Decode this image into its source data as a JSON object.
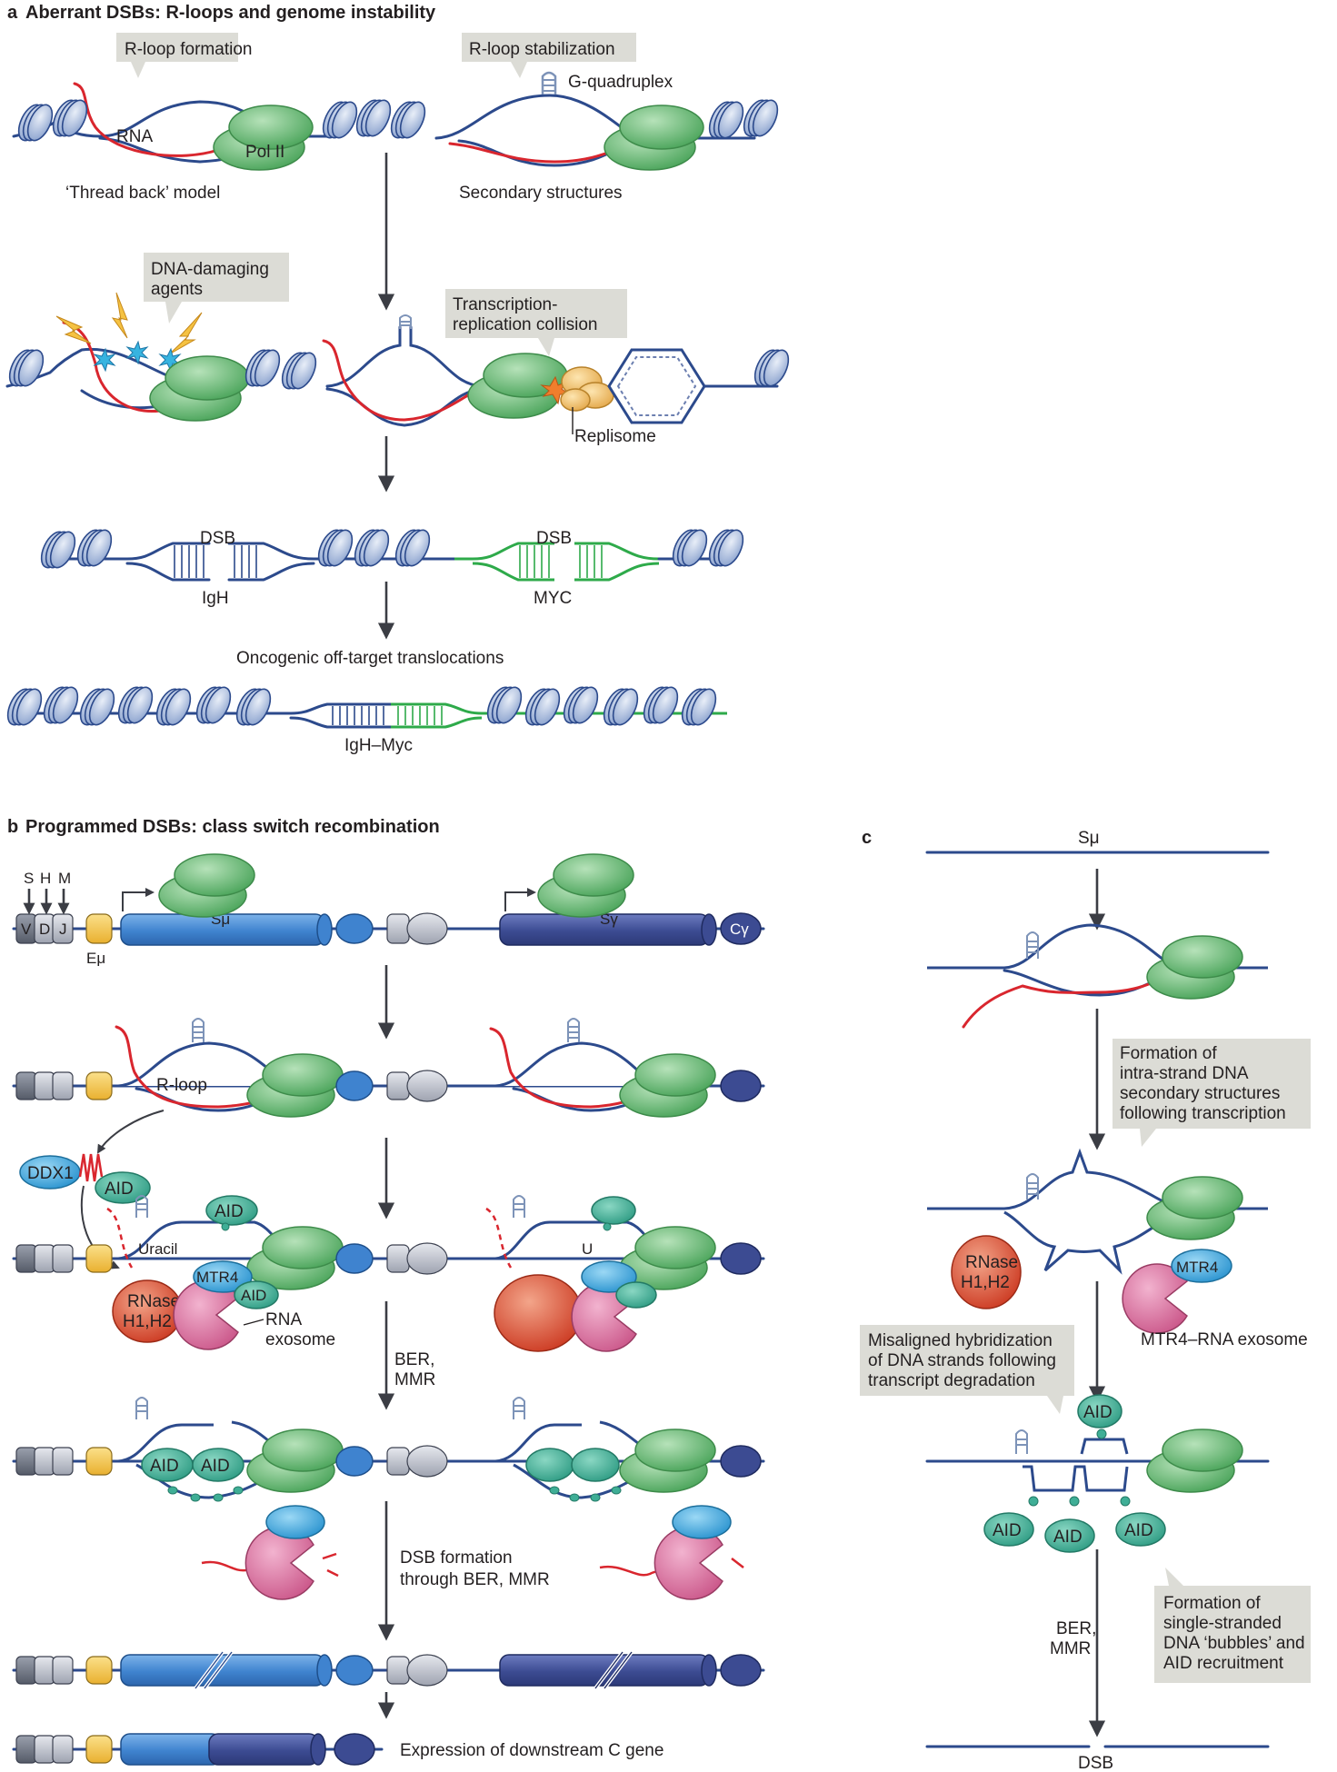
{
  "panel_a": {
    "letter": "a",
    "title": "Aberrant DSBs: R-loops and genome instability",
    "callout_formation": "R-loop formation",
    "callout_stabilization": "R-loop stabilization",
    "rna": "RNA",
    "pol_ii": "Pol II",
    "g_quadruplex": "G-quadruplex",
    "thread_back": "‘Thread back’ model",
    "secondary_structures": "Secondary structures",
    "callout_damaging": [
      "DNA-damaging",
      "agents"
    ],
    "callout_collision": [
      "Transcription-",
      "replication collision"
    ],
    "replisome": "Replisome",
    "dsb_left": "DSB",
    "dsb_right": "DSB",
    "igh": "IgH",
    "myc": "MYC",
    "translocations": "Oncogenic off-target translocations",
    "igh_myc": "IgH–Myc"
  },
  "panel_b": {
    "letter": "b",
    "title": "Programmed DSBs: class switch recombination",
    "shm_letters": [
      "S",
      "H",
      "M"
    ],
    "vdj": [
      "V",
      "D",
      "J"
    ],
    "e_mu": "Eμ",
    "s_mu": "Sμ",
    "s_gamma": "Sγ",
    "c_gamma": "Cγ",
    "r_loop": "R-loop",
    "ddx1": "DDX1",
    "aid": "AID",
    "uracil": "Uracil",
    "u": "U",
    "mtr4": "MTR4",
    "rnase": [
      "RNase",
      "H1,H2"
    ],
    "rna_exosome": [
      "RNA",
      "exosome"
    ],
    "ber_mmr": [
      "BER,",
      "MMR"
    ],
    "dsb_formation": [
      "DSB formation",
      "through BER, MMR"
    ],
    "expression": "Expression of downstream C gene"
  },
  "panel_c": {
    "letter": "c",
    "s_mu": "Sμ",
    "callout_intra": [
      "Formation of",
      "intra-strand DNA",
      "secondary structures",
      "following transcription"
    ],
    "rnase": [
      "RNase",
      "H1,H2"
    ],
    "mtr4": "MTR4",
    "mtr4_exosome": "MTR4–RNA exosome",
    "callout_misaligned": [
      "Misaligned hybridization",
      "of DNA strands following",
      "transcript degradation"
    ],
    "aid": "AID",
    "ber_mmr": [
      "BER,",
      "MMR"
    ],
    "callout_bubbles": [
      "Formation of",
      "single-stranded",
      "DNA ‘bubbles’ and",
      "AID recruitment"
    ],
    "dsb": "DSB"
  },
  "colors": {
    "dna": "#2c4a8c",
    "rna": "#d9262e",
    "pol_ii": "#6dbd7a",
    "nucleosome": "#a9bbdc",
    "callout": "#dcdcd6",
    "aid": "#3fae96",
    "rnase": "#d9452d",
    "exosome": "#d9689c",
    "mtr4": "#2ea3dc",
    "s_mu": "#4f8fd6",
    "s_gamma": "#3e4f99",
    "myc_green": "#2eaa4a",
    "g4": "#7d93b8"
  }
}
